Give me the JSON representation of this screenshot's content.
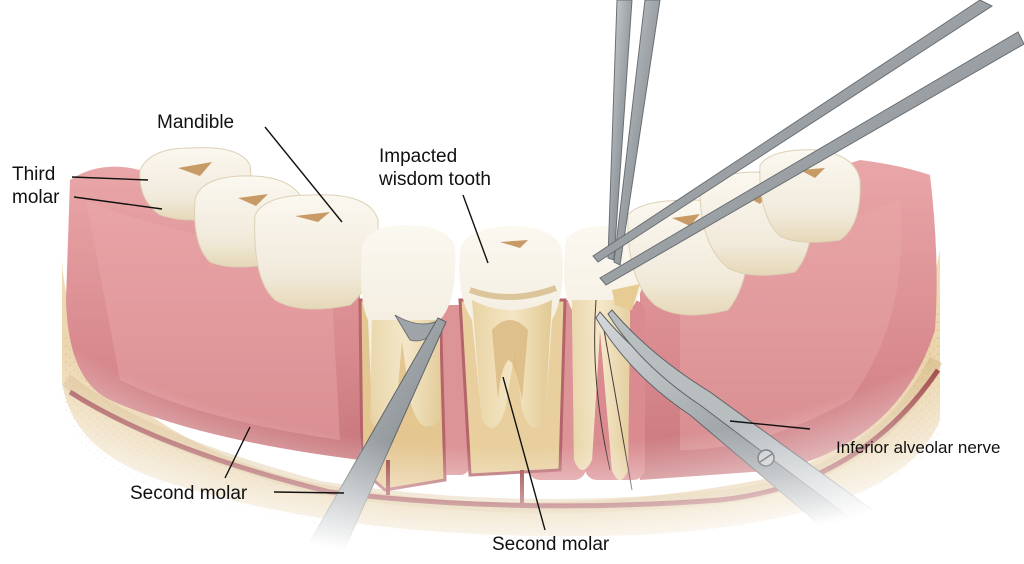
{
  "figure": {
    "subject": "Surgical extraction of impacted wisdom tooth - lower jaw cross-section",
    "colors": {
      "background": "#ffffff",
      "gum": "#d98b8f",
      "gum_light": "#ecb2b3",
      "gum_dark": "#b8656b",
      "bone": "#ecd6ad",
      "bone_dark": "#d9bd88",
      "nerve": "#9b3b3c",
      "enamel": "#f6f1e4",
      "dentin": "#eedfb8",
      "fissure": "#c79a66",
      "instrument": "#8e9397",
      "instrument_light": "#cfd3d6",
      "leader_line": "#111111"
    }
  },
  "labels": {
    "mandible": "Mandible",
    "third_molar_line1": "Third",
    "third_molar_line2": "molar",
    "impacted_line1": "Impacted",
    "impacted_line2": "wisdom tooth",
    "inferior_alveolar_nerve": "Inferior alveolar nerve",
    "second_molar_left": "Second molar",
    "second_molar_bottom": "Second molar"
  }
}
